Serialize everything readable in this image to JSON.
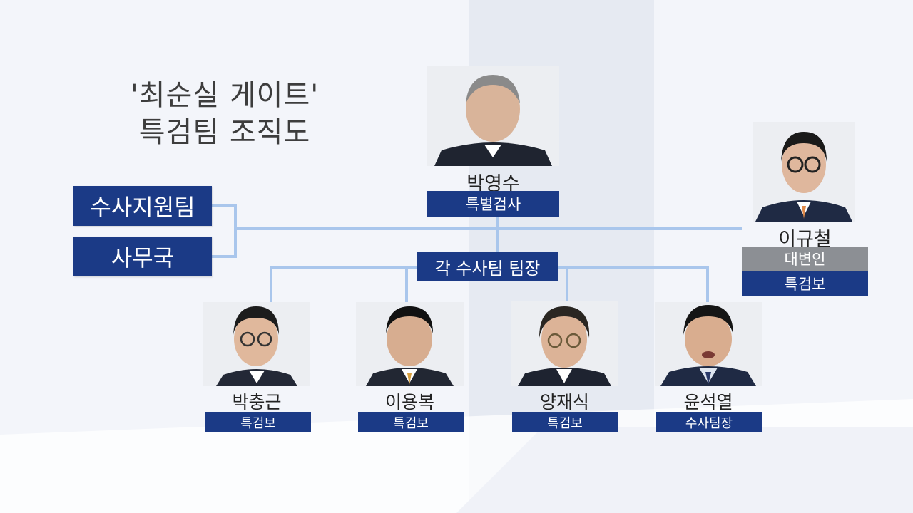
{
  "title": {
    "line1": "'최순실 게이트'",
    "line2": "특검팀 조직도"
  },
  "side_units": [
    {
      "label": "수사지원팀"
    },
    {
      "label": "사무국"
    }
  ],
  "hub_label": "각 수사팀 팀장",
  "head": {
    "name": "박영수",
    "role": "특별검사"
  },
  "attorney": {
    "name": "이규철",
    "role1": "대변인",
    "role2": "특검보"
  },
  "members": [
    {
      "name": "박충근",
      "role": "특검보"
    },
    {
      "name": "이용복",
      "role": "특검보"
    },
    {
      "name": "양재식",
      "role": "특검보"
    },
    {
      "name": "윤석열",
      "role": "수사팀장"
    }
  ],
  "colors": {
    "navy": "#1b3a86",
    "gray": "#8c8f94",
    "line": "#a9c6ec"
  }
}
